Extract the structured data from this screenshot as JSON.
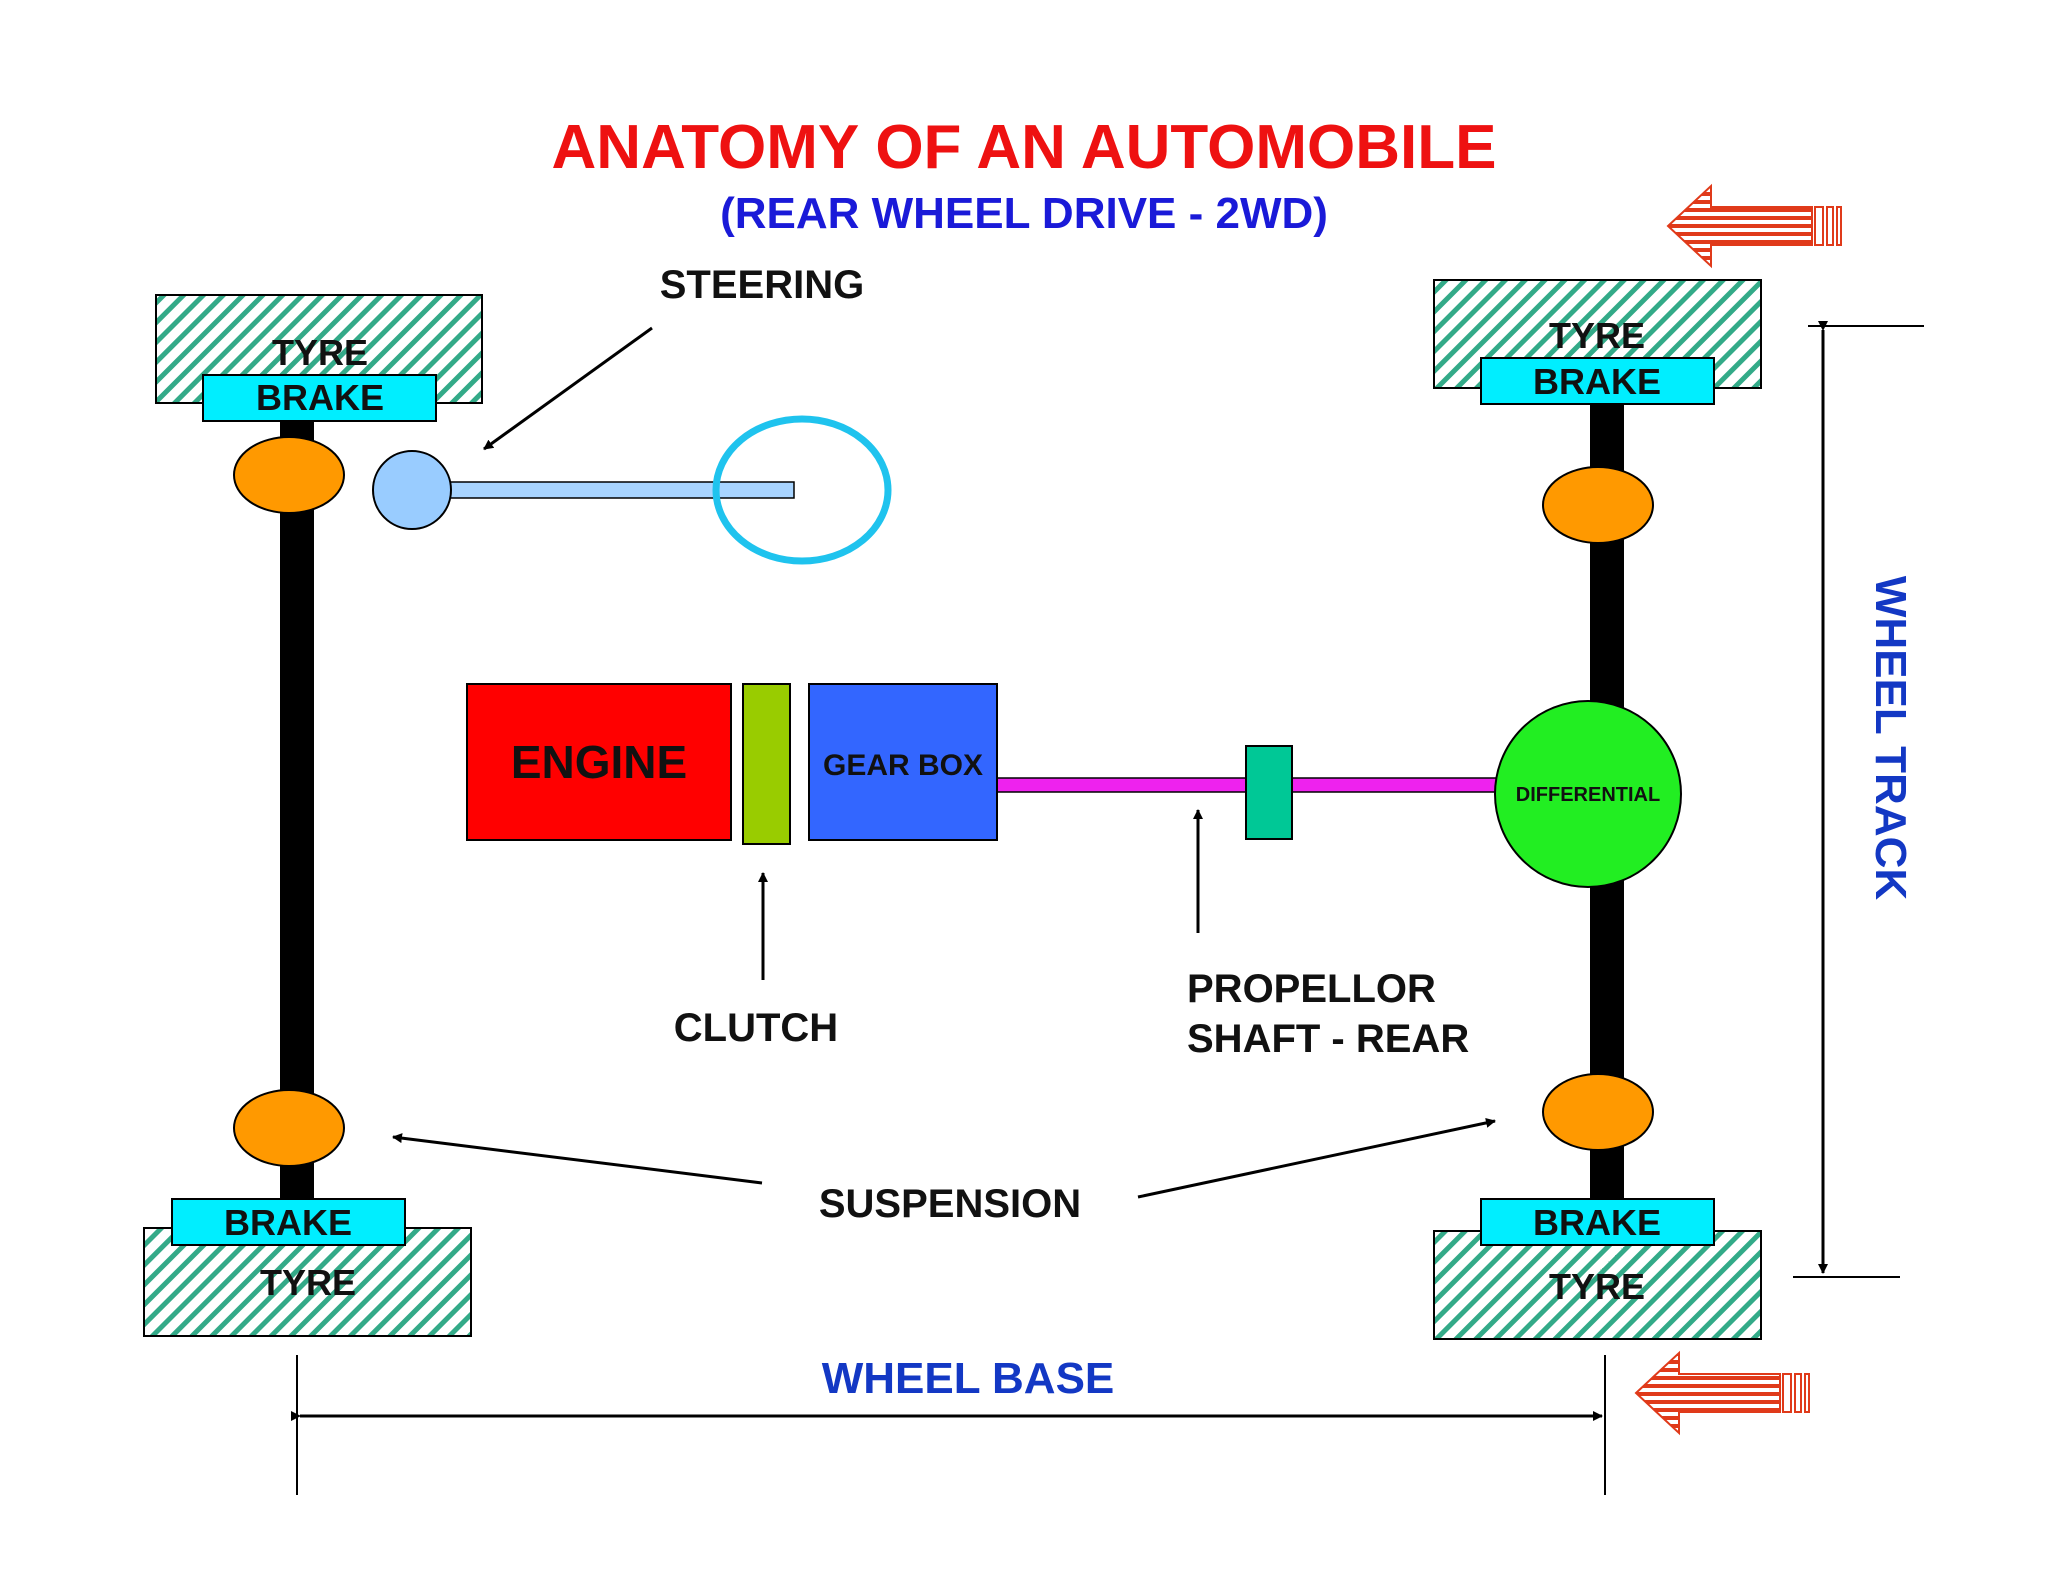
{
  "title": "ANATOMY OF AN AUTOMOBILE",
  "subtitle": "(REAR WHEEL DRIVE - 2WD)",
  "labels": {
    "steering": "STEERING",
    "engine": "ENGINE",
    "gear_box": "GEAR BOX",
    "differential": "DIFFERENTIAL",
    "clutch": "CLUTCH",
    "propellor_shaft_line1": "PROPELLOR",
    "propellor_shaft_line2": "SHAFT - REAR",
    "suspension": "SUSPENSION",
    "wheel_base": "WHEEL BASE",
    "wheel_track": "WHEEL TRACK",
    "tyre": "TYRE",
    "brake": "BRAKE"
  },
  "colors": {
    "title": "#ee1111",
    "subtitle": "#1a1ad8",
    "dimension_text": "#1338c4",
    "engine": "#ff0000",
    "clutch": "#99cc00",
    "gear_box": "#3366ff",
    "propeller_shaft": "#ee22ee",
    "shaft_joint": "#00c896",
    "differential": "#22ee22",
    "suspension": "#ff9900",
    "brake": "#00eeff",
    "tyre_hatch": "#33aa88",
    "steering_wheel": "#1fc3ee",
    "steering_column": "#a8d4ff",
    "steering_knuckle": "#99ccff",
    "axle": "#000000",
    "direction_arrow": "#e03a1a"
  }
}
